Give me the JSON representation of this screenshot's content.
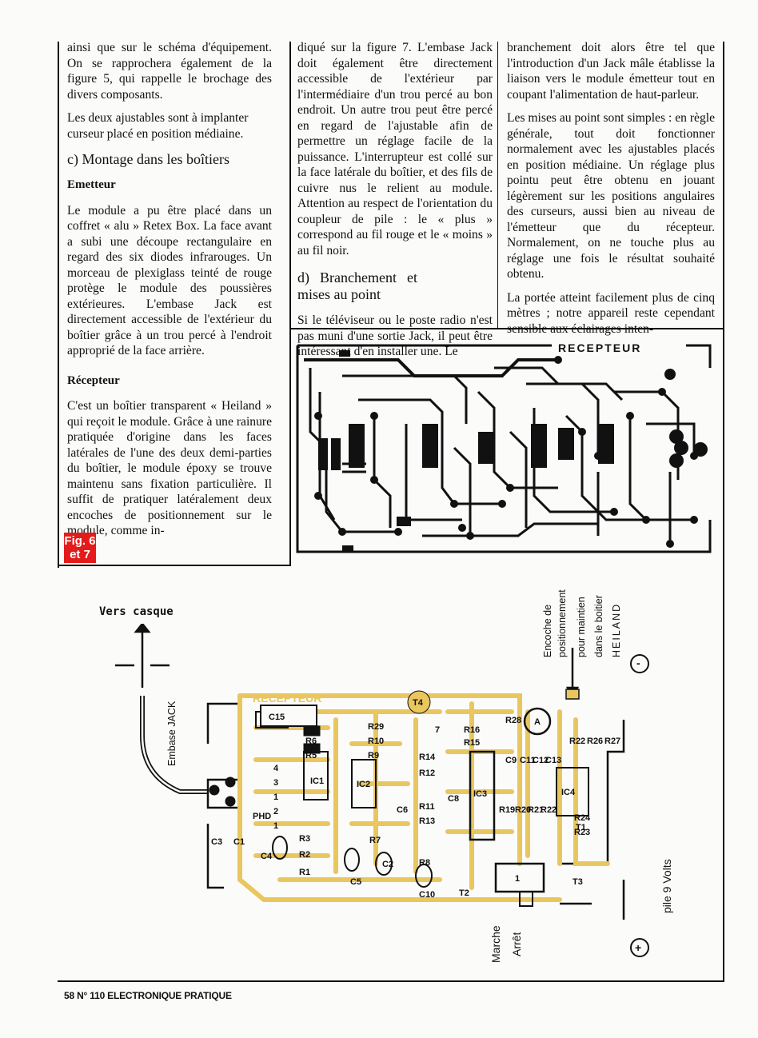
{
  "article": {
    "col1": {
      "p1": "ainsi que sur le schéma d'équipement. On se rapprochera également de la figure 5, qui rappelle le brochage des divers composants.",
      "p2": "Les deux ajustables sont à implanter curseur placé en position médiaine.",
      "h_montage": "c) Montage dans les boîtiers",
      "h_emetteur": "Emetteur",
      "p3": "Le module a pu être placé dans un coffret « alu » Retex Box. La face avant a subi une découpe rectangulaire en regard des six diodes infrarouges. Un morceau de plexiglass teinté de rouge protège le module des poussières extérieures. L'embase Jack est directement accessible de l'extérieur du boîtier grâce à un trou percé à l'endroit approprié de la face arrière.",
      "h_recepteur": "Récepteur",
      "p4": "C'est un boîtier transparent « Heiland » qui reçoit le module. Grâce à une rainure pratiquée d'origine dans les faces latérales de l'une des deux demi-parties du boîtier, le module époxy se trouve maintenu sans fixation particulière. Il suffit de pratiquer latéralement deux encoches de positionnement sur le module, comme in-"
    },
    "col2": {
      "p1": "diqué sur la figure 7. L'embase Jack doit également être directement accessible de l'extérieur par l'intermédiaire d'un trou percé au bon endroit. Un autre trou peut être percé en regard de l'ajustable afin de permettre un réglage facile de la puissance. L'interrupteur est collé sur la face latérale du boîtier, et des fils de cuivre nus le relient au module. Attention au respect de l'orientation du coupleur de pile : le « plus » correspond au fil rouge et le « moins » au fil noir.",
      "h_branchement": "d) Branchement et mises au point",
      "p2": "Si le téléviseur ou le poste radio n'est pas muni d'une sortie Jack, il peut être intéressant d'en installer une. Le"
    },
    "col3": {
      "p1": "branchement doit alors être tel que l'introduction d'un Jack mâle établisse la liaison vers le module émetteur tout en coupant l'alimentation de haut-parleur.",
      "p2": "Les mises au point sont simples : en règle générale, tout doit fonctionner normalement avec les ajustables placés en position médiaine. Un réglage plus pointu peut être obtenu en jouant légèrement sur les positions angulaires des curseurs, aussi bien au niveau de l'émetteur que du récepteur. Normalement, on ne touche plus au réglage une fois le résultat souhaité obtenu.",
      "p3": "La portée atteint facilement plus de cinq mètres ; notre appareil reste cependant sensible aux éclairages inten-"
    }
  },
  "figure_tag": {
    "line1": "Fig. 6",
    "line2": "et 7"
  },
  "pcb": {
    "title": "RECEPTEUR"
  },
  "layout_diagram": {
    "vers_casque": "Vers casque",
    "embase_jack": "Embase JACK",
    "encoche": [
      "Encoche de",
      "positionnement",
      "pour maintien",
      "dans le boitier",
      "HEILAND"
    ],
    "pile": "pile 9 Volts",
    "marche": "Marche",
    "arret": "Arrêt",
    "minus": "-",
    "plus": "+",
    "mirror_label": "RECEPTEUR",
    "components": {
      "c15": "C15",
      "r6": "R6",
      "r5": "R5",
      "r29": "R29",
      "r10": "R10",
      "r9": "R9",
      "r16": "R16",
      "r28": "R28",
      "r15": "R15",
      "r14": "R14",
      "r12": "R12",
      "r11": "R11",
      "r13": "R13",
      "r22": "R22",
      "r26": "R26",
      "r27": "R27",
      "r24": "R24",
      "r23": "R23",
      "r19": "R19",
      "r20": "R20",
      "r21": "R21",
      "r7": "R7",
      "r8": "R8",
      "r3": "R3",
      "r2": "R2",
      "r1": "R1",
      "ic1": "IC1",
      "ic2": "IC2",
      "ic3": "IC3",
      "ic4": "IC4",
      "c1": "C1",
      "c2": "C2",
      "c3": "C3",
      "c4": "C4",
      "c5": "C5",
      "c6": "C6",
      "c8": "C8",
      "c9": "C9",
      "c10": "C10",
      "c11": "C11",
      "c12": "C12",
      "c13": "C13",
      "t1": "T1",
      "t2": "T2",
      "t3": "T3",
      "t4": "T4",
      "phd": "PHD",
      "a": "A",
      "one": "1",
      "seven": "7",
      "pins": [
        "4",
        "3",
        "1",
        "2",
        "1"
      ]
    }
  },
  "footer": "58 N° 110 ELECTRONIQUE PRATIQUE",
  "colors": {
    "trace": "#e9c65e",
    "tag": "#e31b1b",
    "ink": "#111111"
  }
}
